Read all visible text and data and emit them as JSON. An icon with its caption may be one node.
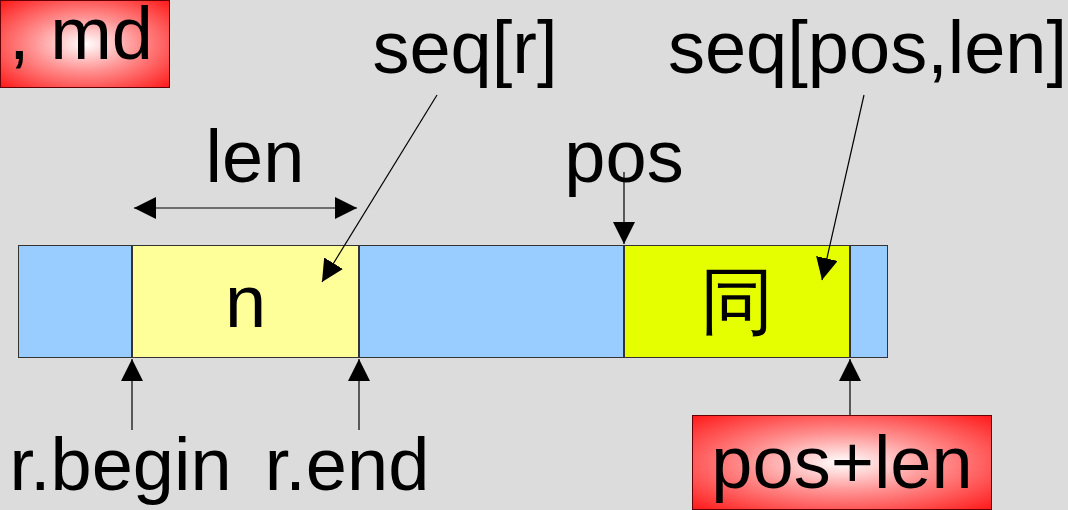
{
  "diagram": {
    "nodes": [
      {
        "text": [],
        "shape": "box"
      },
      {
        "text": [
          "n"
        ]
      },
      {
        "text": [],
        "shape": "box"
      },
      {
        "text": [
          "同"
        ]
      },
      {
        "text": [],
        "shape": "box"
      },
      {
        "text": [
          ", md"
        ]
      },
      {
        "text": [
          "seq[r]"
        ]
      },
      {
        "text": [
          "seq[pos,len]"
        ]
      },
      {
        "text": [
          "pos"
        ]
      },
      {
        "text": [
          "r.begin"
        ]
      },
      {
        "text": [
          "r.end"
        ]
      },
      {
        "text": [
          "pos+len"
        ]
      }
    ],
    "edges": [
      {
        "from": 6,
        "to": 1,
        "arrow": "to"
      },
      {
        "from": 7,
        "to": 3,
        "arrow": "to"
      },
      {
        "from": 8,
        "to": 3,
        "arrow": "to"
      },
      {
        "from": 9,
        "to": 1,
        "arrow": "to"
      },
      {
        "from": 10,
        "to": 1,
        "arrow": "to"
      },
      {
        "from": 11,
        "to": 3,
        "arrow": "to"
      }
    ],
    "labels": [
      "len"
    ]
  }
}
